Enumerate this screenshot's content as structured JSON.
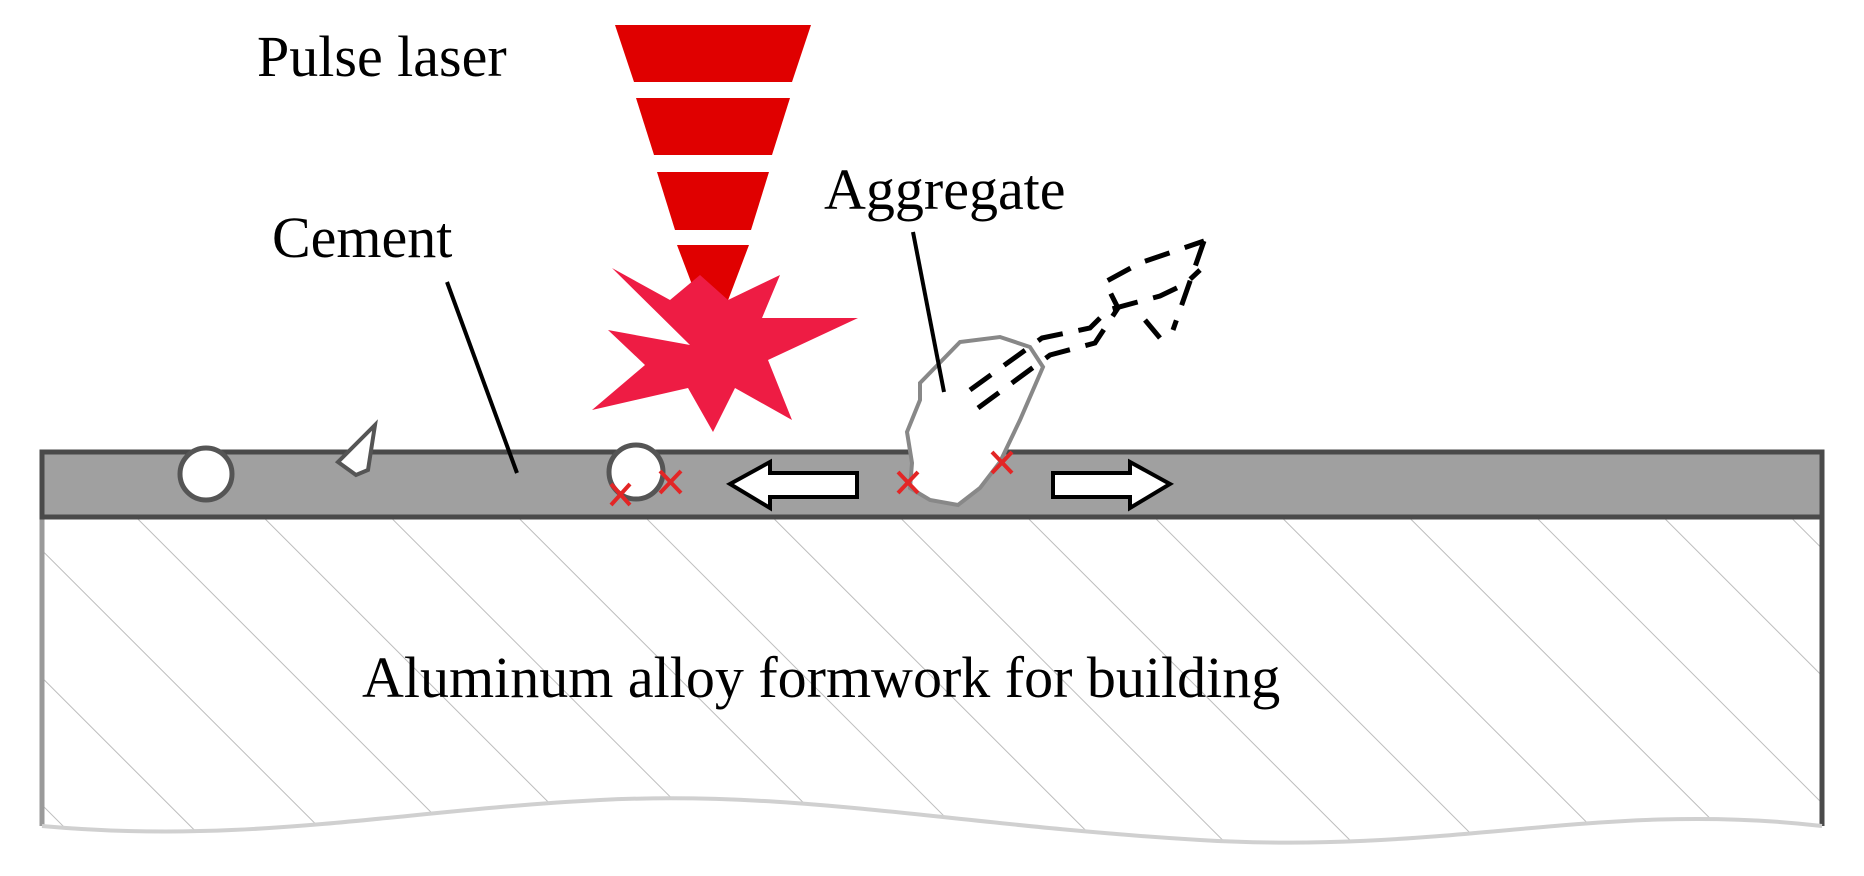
{
  "labels": {
    "pulse_laser": "Pulse laser",
    "cement": "Cement",
    "aggregate": "Aggregate",
    "substrate": "Aluminum alloy formwork for building"
  },
  "colors": {
    "laser": "#e00000",
    "burst": "#ee1c44",
    "cement_layer": "#a0a0a0",
    "outline": "#4a4a4a",
    "hatch": "#bdbdbd",
    "crack_mark": "#e32626",
    "text": "#000000"
  },
  "icons": {
    "laser_beam": "segmented-downward-triangle",
    "burst": "explosion-star",
    "crack_mark": "red-x-mark",
    "arrows": "hollow-block-arrows"
  }
}
